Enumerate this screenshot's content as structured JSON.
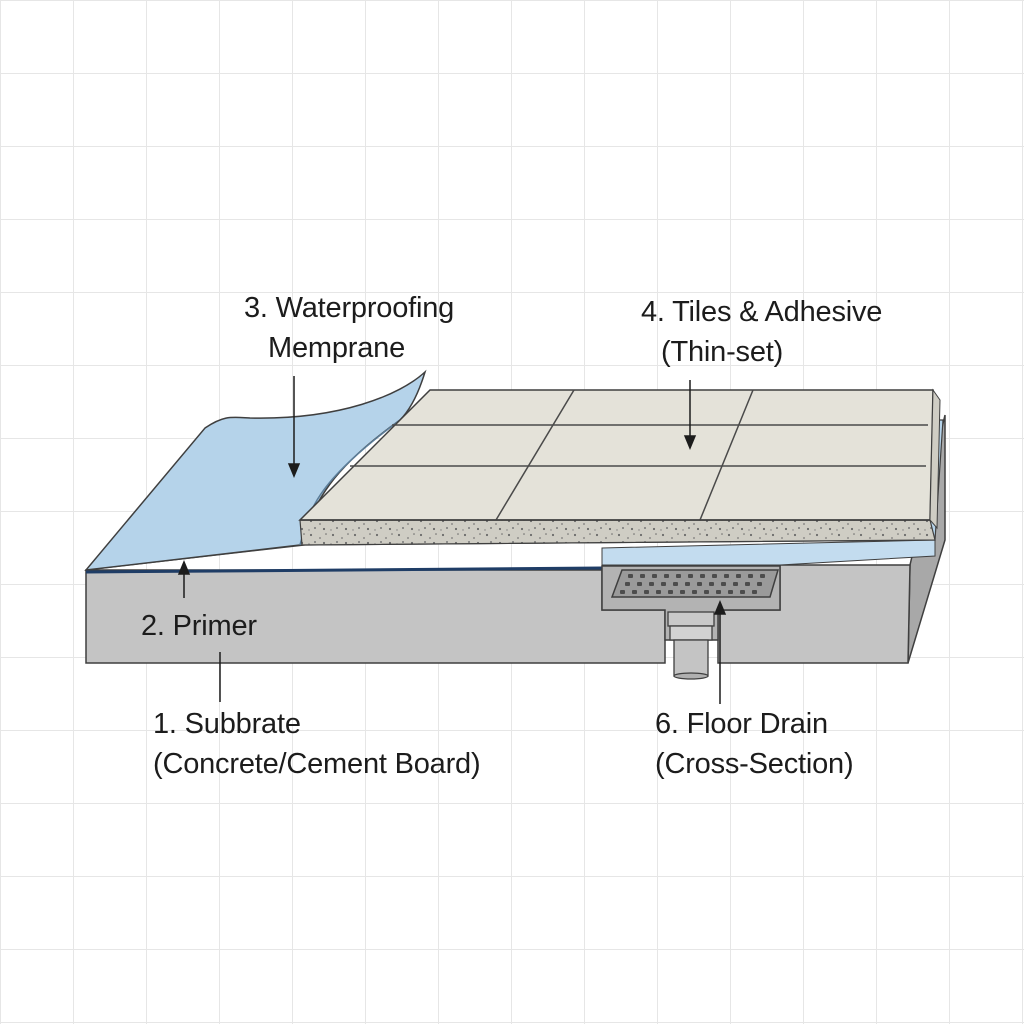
{
  "labels": {
    "membrane": {
      "line1": "3. Waterproofing",
      "line2": "Memprane"
    },
    "tiles": {
      "line1": "4. Tiles & Adhesive",
      "line2": "(Thin-set)"
    },
    "primer": {
      "line1": "2. Primer"
    },
    "substrate": {
      "line1": "1. Subbrate",
      "line2": "(Concrete/Cement Board)"
    },
    "drain": {
      "line1": "6. Floor Drain",
      "line2": "(Cross-Section)"
    }
  },
  "colors": {
    "substrate": "#c4c4c4",
    "substrate_side": "#a8a8a8",
    "membrane": "#b5d3ea",
    "primer": "#1f3d66",
    "tile": "#e4e2d9",
    "adhesive": "#cfcdc4",
    "outline": "#3f3f3f"
  }
}
